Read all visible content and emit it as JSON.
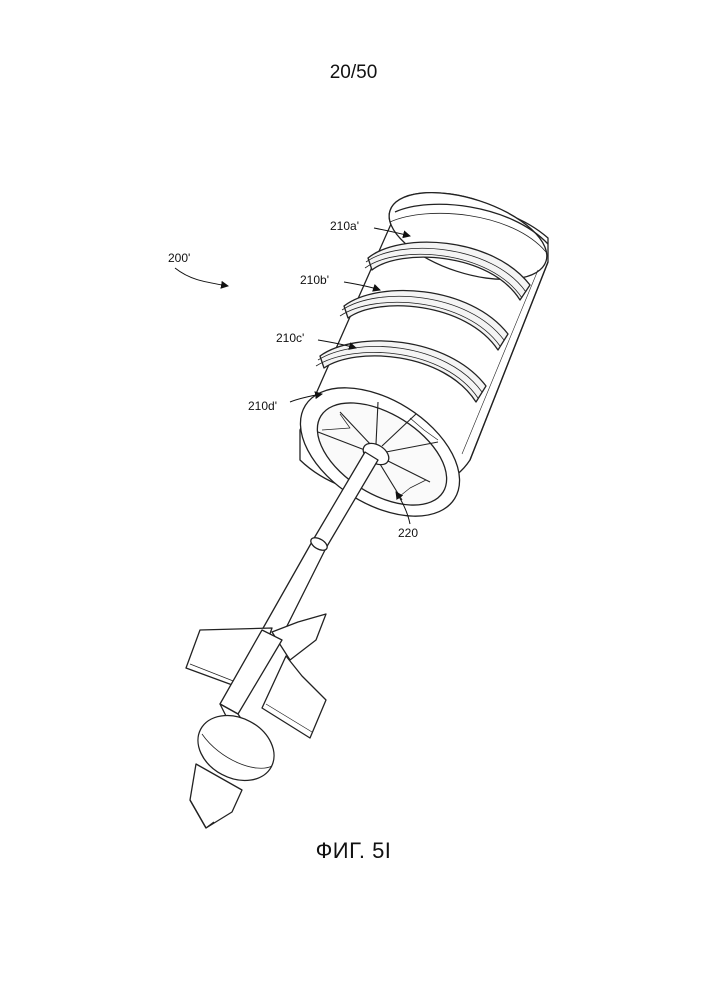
{
  "page": {
    "number": "20/50"
  },
  "figure": {
    "caption": "ФИГ. 5I"
  },
  "labels": {
    "assembly": "200'",
    "segment_a": "210a'",
    "segment_b": "210b'",
    "segment_c": "210c'",
    "segment_d": "210d'",
    "spokes": "220"
  }
}
